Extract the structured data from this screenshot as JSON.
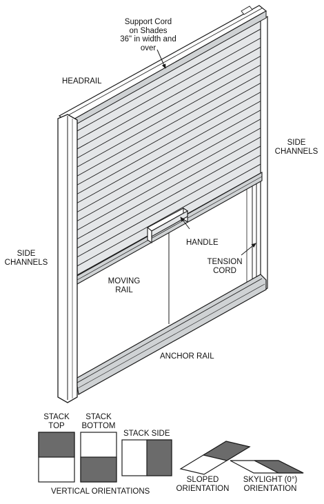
{
  "labels": {
    "support_cord": "Support Cord\non Shades\n36\" in width and\nover",
    "headrail": "HEADRAIL",
    "side_channels_right": "SIDE\nCHANNELS",
    "side_channels_left": "SIDE\nCHANNELS",
    "handle": "HANDLE",
    "tension_cord": "TENSION\nCORD",
    "moving_rail": "MOVING\nRAIL",
    "anchor_rail": "ANCHOR RAIL"
  },
  "orientations": {
    "stack_top": "STACK\nTOP",
    "stack_bottom": "STACK\nBOTTOM",
    "stack_side": "STACK SIDE",
    "vertical": "VERTICAL ORIENTATIONS",
    "sloped": "SLOPED\nORIENTATION",
    "skylight": "SKYLIGHT (0°)\nORIENTATION"
  },
  "colors": {
    "stroke": "#1a1a1a",
    "shade_fill": "#e4e6e8",
    "stack_fill": "#6b6b6b"
  }
}
